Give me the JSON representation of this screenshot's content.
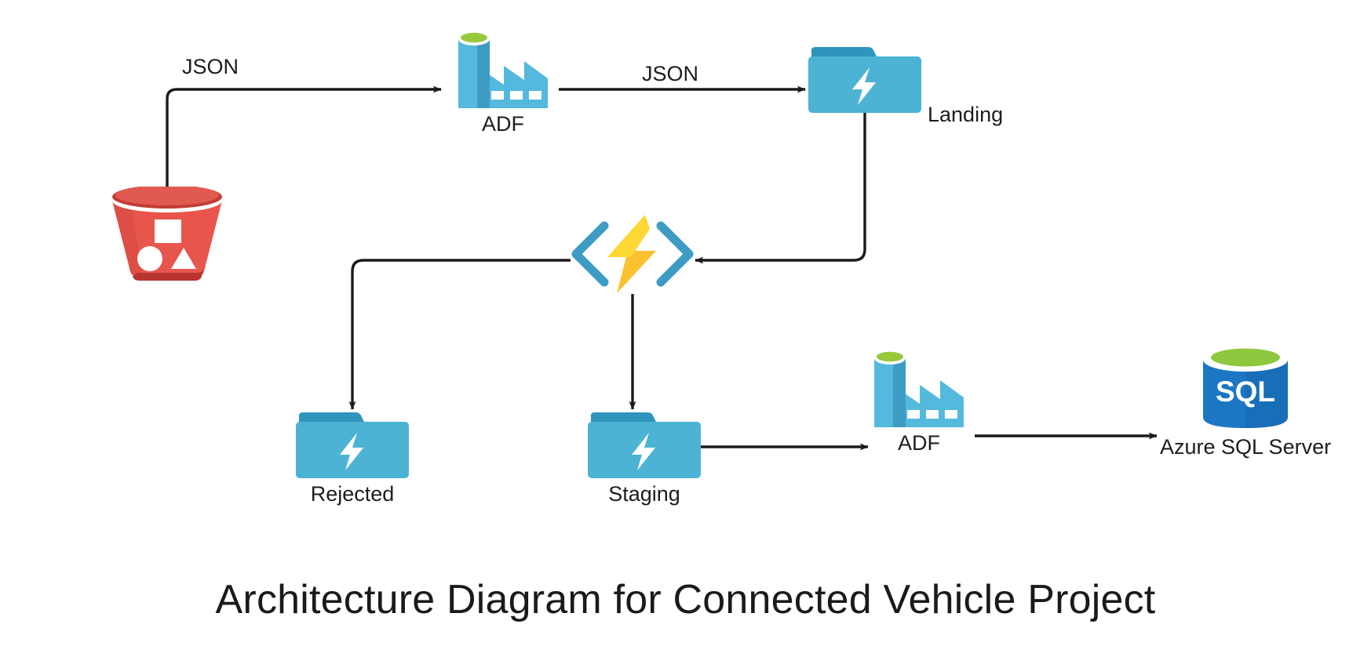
{
  "title": "Architecture Diagram for Connected Vehicle Project",
  "colors": {
    "background": "#ffffff",
    "edge": "#1a1a1a",
    "text": "#1d1d1d",
    "folder_body": "#4cb3d4",
    "folder_tab": "#2f95bd",
    "adf_blue_light": "#54b9dd",
    "adf_blue_dark": "#3e9cc4",
    "adf_green": "#97c93d",
    "bucket_red": "#e8554d",
    "bucket_red_dark": "#c33d36",
    "sql_blue": "#1b77c4",
    "sql_blue_dark": "#156bb0",
    "sql_green": "#8fc73e",
    "function_bracket": "#3e9cc4",
    "function_bolt": "#fbc02d",
    "function_bolt_light": "#fdd835",
    "white": "#ffffff"
  },
  "nodes": [
    {
      "id": "bucket",
      "name": "s3-bucket-icon",
      "label": "",
      "icon": "bucket"
    },
    {
      "id": "adf_top",
      "name": "adf-factory-icon-top",
      "label": "ADF",
      "icon": "factory"
    },
    {
      "id": "landing",
      "name": "landing-folder-icon",
      "label": "Landing",
      "icon": "folder"
    },
    {
      "id": "function",
      "name": "azure-function-icon",
      "label": "",
      "icon": "function"
    },
    {
      "id": "rejected",
      "name": "rejected-folder-icon",
      "label": "Rejected",
      "icon": "folder"
    },
    {
      "id": "staging",
      "name": "staging-folder-icon",
      "label": "Staging",
      "icon": "folder"
    },
    {
      "id": "adf_bottom",
      "name": "adf-factory-icon-bottom",
      "label": "ADF",
      "icon": "factory"
    },
    {
      "id": "sql",
      "name": "azure-sql-server-icon",
      "label": "Azure SQL Server",
      "icon": "database"
    }
  ],
  "labels": {
    "adf_top": "ADF",
    "landing": "Landing",
    "rejected": "Rejected",
    "staging": "Staging",
    "adf_bottom": "ADF",
    "sql": "Azure SQL Server"
  },
  "edges": [
    {
      "id": "e1",
      "from": "bucket",
      "to": "adf_top",
      "label": "JSON"
    },
    {
      "id": "e2",
      "from": "adf_top",
      "to": "landing",
      "label": "JSON"
    },
    {
      "id": "e3",
      "from": "landing",
      "to": "function",
      "label": ""
    },
    {
      "id": "e4",
      "from": "function",
      "to": "rejected",
      "label": ""
    },
    {
      "id": "e5",
      "from": "function",
      "to": "staging",
      "label": ""
    },
    {
      "id": "e6",
      "from": "staging",
      "to": "adf_bottom",
      "label": ""
    },
    {
      "id": "e7",
      "from": "adf_bottom",
      "to": "sql",
      "label": ""
    }
  ],
  "edge_labels": {
    "e1": "JSON",
    "e2": "JSON"
  },
  "sql_text": "SQL"
}
